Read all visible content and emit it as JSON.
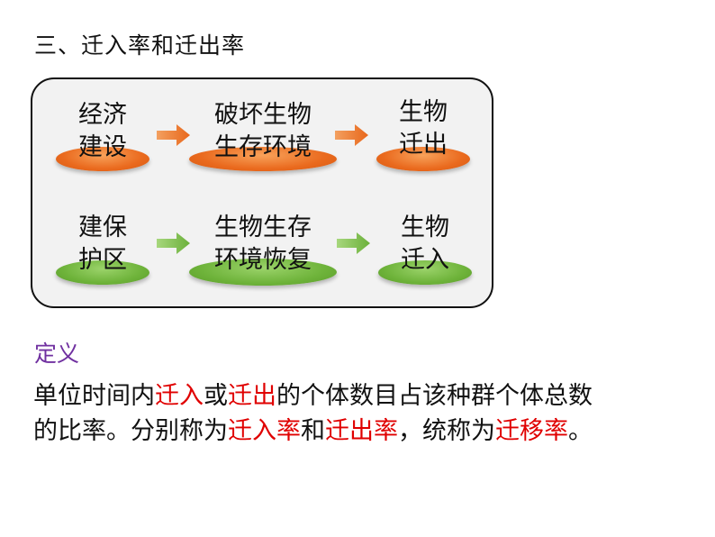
{
  "heading": "三、迁入率和迁出率",
  "colors": {
    "orange_accent": "#ea6a1e",
    "green_accent": "#6eb33a",
    "purple_title": "#7030a0",
    "red_highlight": "#e00000"
  },
  "flow_top": {
    "nodes": [
      "经济\n建设",
      "破坏生物\n生存环境",
      "生物\n迁出"
    ],
    "arrow_icon": "right-arrow-icon"
  },
  "flow_bottom": {
    "nodes": [
      "建保\n护区",
      "生物生存\n环境恢复",
      "生物\n迁入"
    ],
    "arrow_icon": "right-arrow-icon"
  },
  "definition": {
    "title": "定义",
    "line1": [
      {
        "text": "单位时间内",
        "highlight": false
      },
      {
        "text": "迁入",
        "highlight": true
      },
      {
        "text": "或",
        "highlight": false
      },
      {
        "text": "迁出",
        "highlight": true
      },
      {
        "text": "的个体数目占该种群个体总数",
        "highlight": false
      }
    ],
    "line2": [
      {
        "text": "的比率。分别称为",
        "highlight": false
      },
      {
        "text": "迁入率",
        "highlight": true
      },
      {
        "text": "和",
        "highlight": false
      },
      {
        "text": "迁出率",
        "highlight": true
      },
      {
        "text": "，统称为",
        "highlight": false
      },
      {
        "text": "迁移率",
        "highlight": true
      },
      {
        "text": "。",
        "highlight": false
      }
    ]
  }
}
